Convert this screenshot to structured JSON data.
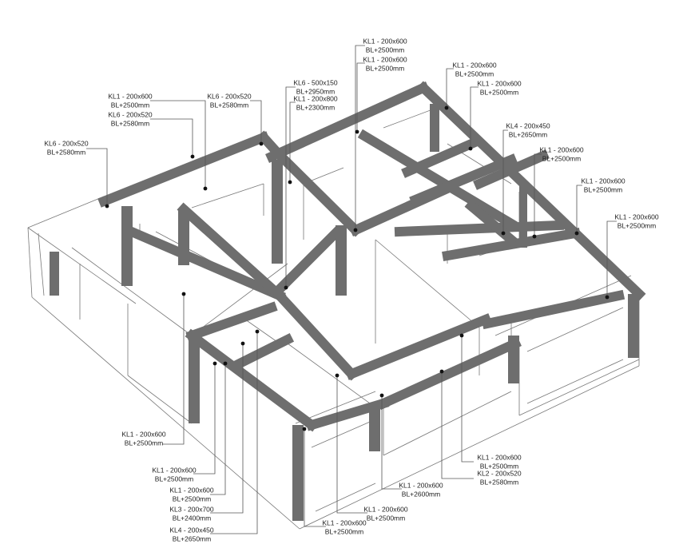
{
  "drawing": {
    "beam_color": "#6e6e6e",
    "line_color": "#777777",
    "labels": [
      {
        "spec": "KL6 - 200x520",
        "level": "BL+2580mm"
      },
      {
        "spec": "KL1 - 200x600",
        "level": "BL+2500mm"
      },
      {
        "spec": "KL6 - 200x520",
        "level": "BL+2580mm"
      },
      {
        "spec": "KL6 - 200x520",
        "level": "BL+2580mm"
      },
      {
        "spec": "KL6 - 500x150",
        "level": "BL+2950mm"
      },
      {
        "spec": "KL1 - 200x800",
        "level": "BL+2300mm"
      },
      {
        "spec": "KL1 - 200x600",
        "level": "BL+2500mm"
      },
      {
        "spec": "KL1 - 200x600",
        "level": "BL+2500mm"
      },
      {
        "spec": "KL1 - 200x600",
        "level": "BL+2500mm"
      },
      {
        "spec": "KL1 - 200x600",
        "level": "BL+2500mm"
      },
      {
        "spec": "KL4 - 200x450",
        "level": "BL+2650mm"
      },
      {
        "spec": "KL1 - 200x600",
        "level": "BL+2500mm"
      },
      {
        "spec": "KL1 - 200x600",
        "level": "BL+2500mm"
      },
      {
        "spec": "KL1 - 200x600",
        "level": "BL+2500mm"
      },
      {
        "spec": "KL1 - 200x600",
        "level": "BL+2500mm"
      },
      {
        "spec": "KL1 - 200x600",
        "level": "BL+2500mm"
      },
      {
        "spec": "KL1 - 200x600",
        "level": "BL+2500mm"
      },
      {
        "spec": "KL3 - 200x700",
        "level": "BL+2400mm"
      },
      {
        "spec": "KL4 - 200x450",
        "level": "BL+2650mm"
      },
      {
        "spec": "KL1 - 200x600",
        "level": "BL+2500mm"
      },
      {
        "spec": "KL1 - 200x600",
        "level": "BL+2500mm"
      },
      {
        "spec": "KL1 - 200x600",
        "level": "BL+2600mm"
      },
      {
        "spec": "KL1 - 200x600",
        "level": "BL+2500mm"
      },
      {
        "spec": "KL2 - 200x520",
        "level": "BL+2580mm"
      }
    ]
  }
}
